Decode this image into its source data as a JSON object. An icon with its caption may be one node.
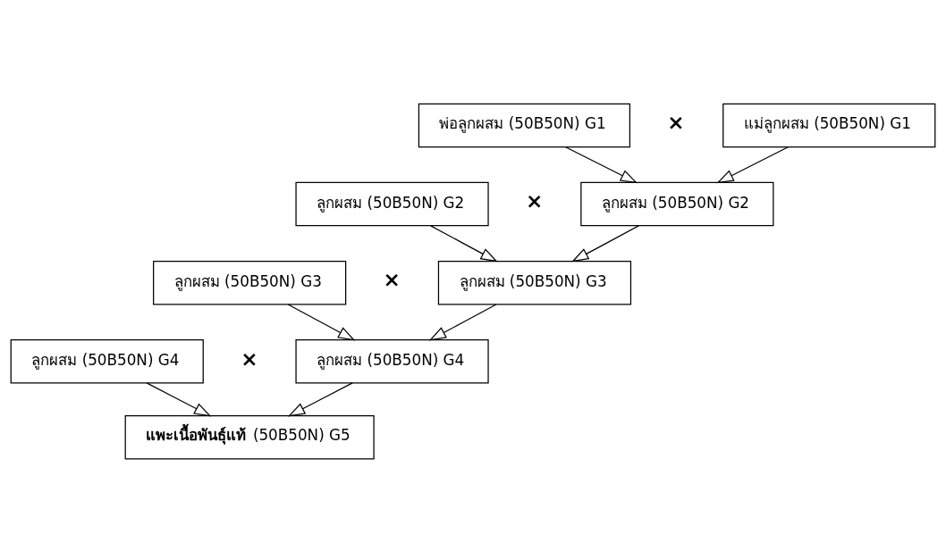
{
  "diagram": {
    "nodes": [
      {
        "text": [
          "พ่อลูกผสม (50B50N) G1"
        ]
      },
      {
        "text": [
          "แม่ลูกผสม (50B50N) G1"
        ]
      },
      {
        "text": [
          "ลูกผสม (50B50N) G2"
        ]
      },
      {
        "text": [
          "ลูกผสม (50B50N) G2"
        ]
      },
      {
        "text": [
          "ลูกผสม (50B50N) G3"
        ]
      },
      {
        "text": [
          "ลูกผสม (50B50N) G3"
        ]
      },
      {
        "text": [
          "ลูกผสม (50B50N) G4"
        ]
      },
      {
        "text": [
          "ลูกผสม (50B50N) G4"
        ]
      },
      {
        "text": [
          "**แพะเนื้อพันธุ์แท้** (50B50N) G5"
        ]
      }
    ],
    "edges": [
      {
        "from": 0,
        "to": 3,
        "arrow": "to"
      },
      {
        "from": 1,
        "to": 3,
        "arrow": "to"
      },
      {
        "from": 2,
        "to": 5,
        "arrow": "to"
      },
      {
        "from": 3,
        "to": 5,
        "arrow": "to"
      },
      {
        "from": 4,
        "to": 7,
        "arrow": "to"
      },
      {
        "from": 5,
        "to": 7,
        "arrow": "to"
      },
      {
        "from": 6,
        "to": 8,
        "arrow": "to"
      },
      {
        "from": 7,
        "to": 8,
        "arrow": "to"
      }
    ],
    "labels": [
      "×",
      "×",
      "×",
      "×"
    ]
  }
}
